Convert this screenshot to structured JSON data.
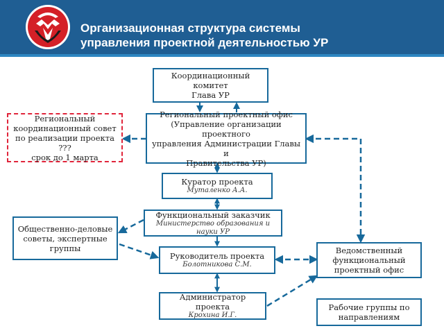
{
  "header": {
    "title_line1": "Организационная структура системы",
    "title_line2": "управления проектной деятельностью УР",
    "logo_icon": "udmurt-coat-of-arms-icon",
    "bg_color": "#1f5e93"
  },
  "boxes": {
    "coord_committee": {
      "lines": [
        "Координационный",
        "комитет",
        "Глава УР"
      ]
    },
    "regional_council": {
      "lines": [
        "Региональный",
        "координационный совет",
        "по реализации проекта",
        "???",
        "срок до 1 марта"
      ]
    },
    "regional_office": {
      "lines": [
        "Региональный проектный офис",
        "(Управление организации проектного",
        "управления Администрации Главы и",
        "Правительства УР)"
      ]
    },
    "curator": {
      "title": "Куратор проекта",
      "name": "Муталенко А.А."
    },
    "functional_customer": {
      "title": "Функциональный заказчик",
      "name": "Министерство образования и науки УР"
    },
    "public_councils": {
      "lines": [
        "Общественно-деловые",
        "советы, экспертные",
        "группы"
      ]
    },
    "project_manager": {
      "title": "Руководитель проекта",
      "name": "Болотникова С.М."
    },
    "departmental_office": {
      "lines": [
        "Ведомственный",
        "функциональный",
        "проектный офис"
      ]
    },
    "project_admin": {
      "title": "Администратор проекта",
      "name": "Крохина И.Г."
    },
    "working_groups": {
      "lines": [
        "Рабочие группы по",
        "направлениям"
      ]
    }
  },
  "colors": {
    "box_border": "#17699b",
    "council_border": "#e0243a",
    "arrow": "#17699b"
  }
}
